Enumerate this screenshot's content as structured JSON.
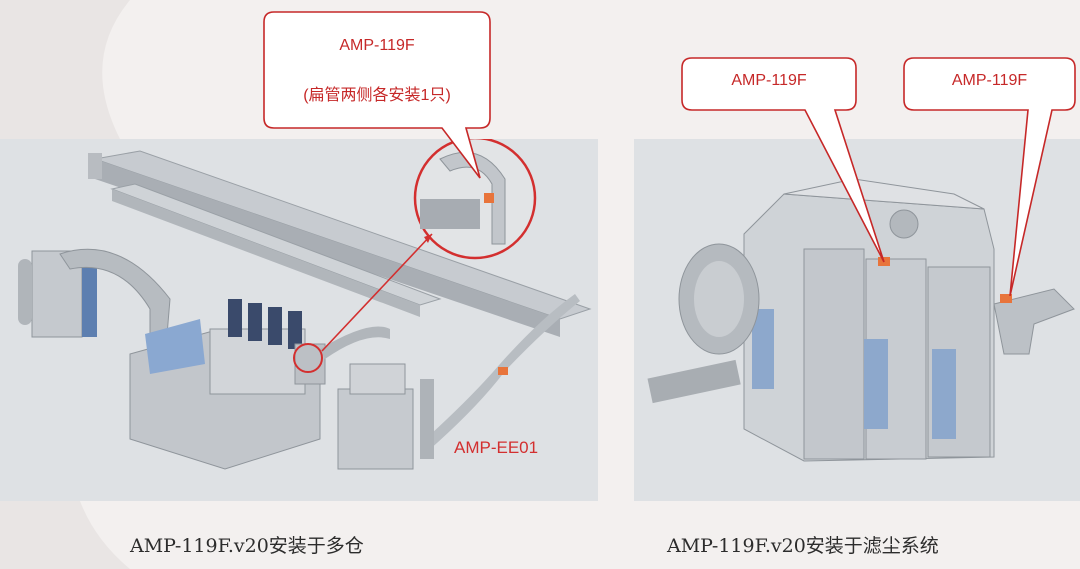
{
  "callouts": {
    "top_left_line1": "AMP-119F",
    "top_left_line2": "(扁管两侧各安装1只)",
    "right_a": "AMP-119F",
    "right_b": "AMP-119F"
  },
  "labels": {
    "ee01": "AMP-EE01"
  },
  "captions": {
    "left": "AMP-119F.v20安装于多仓",
    "right": "AMP-119F.v20安装于滤尘系统"
  },
  "colors": {
    "callout_red": "#c62828",
    "panel_bg": "#dee1e4",
    "equipment_grey": "#c9cdd2",
    "sensor_orange": "#e8743b"
  }
}
